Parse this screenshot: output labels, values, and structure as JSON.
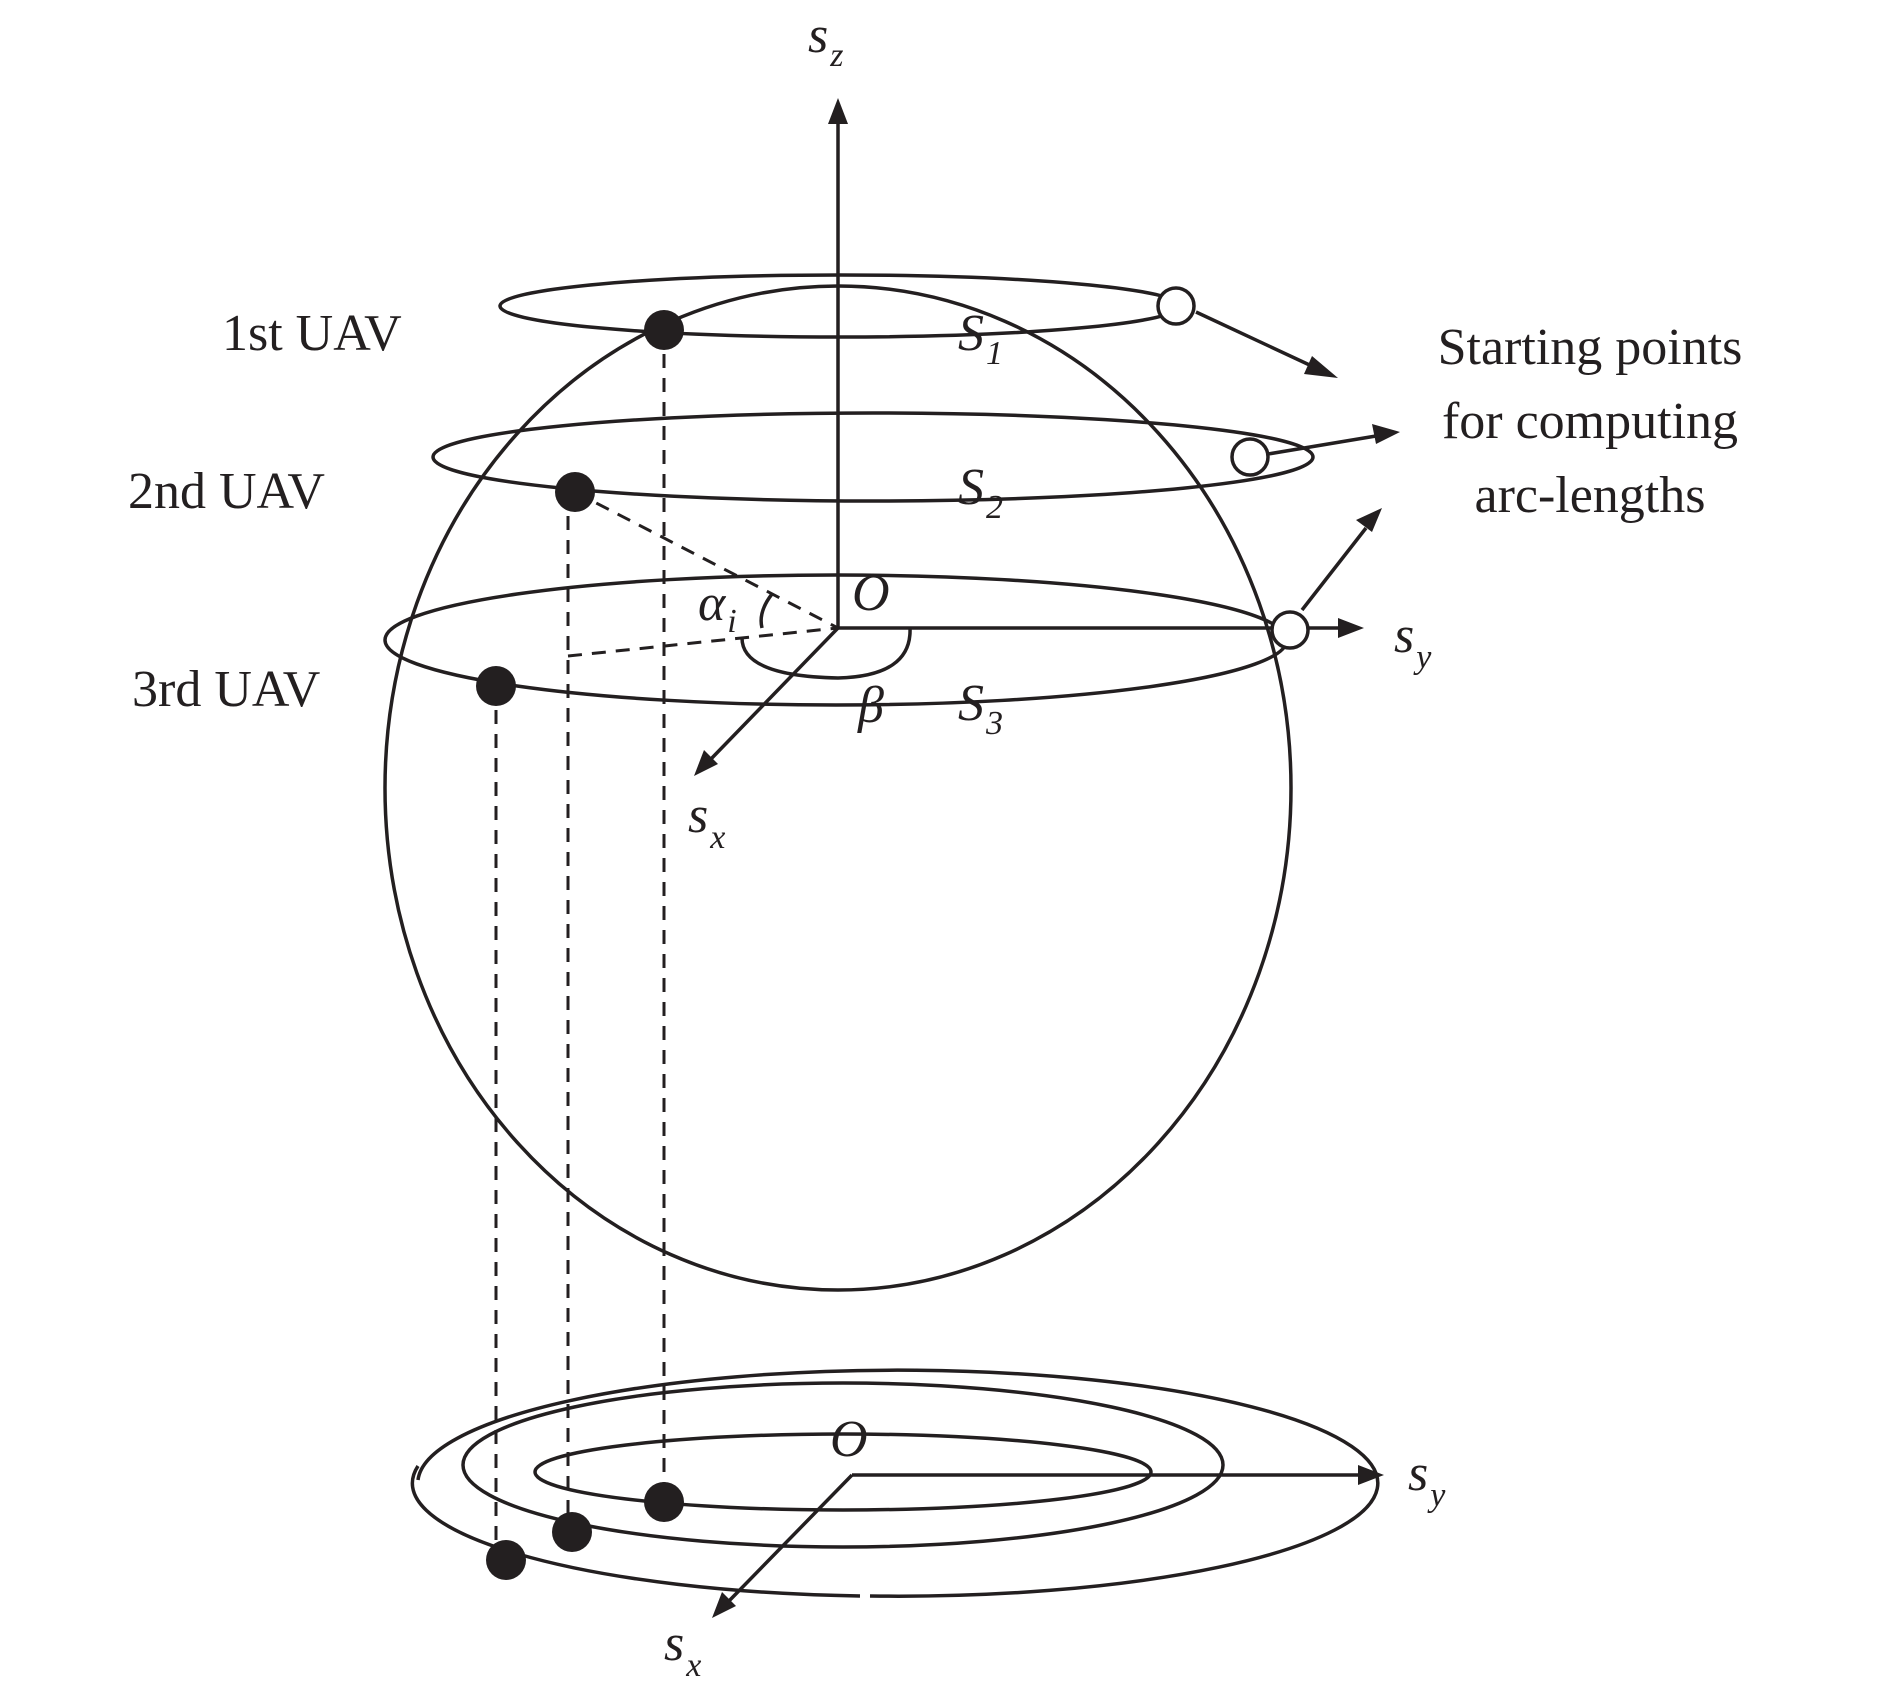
{
  "uav_labels": {
    "first": "1st UAV",
    "second": "2nd UAV",
    "third": "3rd UAV"
  },
  "annotation": {
    "line1": "Starting points",
    "line2": "for computing",
    "line3": "arc-lengths"
  },
  "axes": {
    "z": {
      "base": "s",
      "sub": "z"
    },
    "y": {
      "base": "s",
      "sub": "y"
    },
    "x": {
      "base": "s",
      "sub": "x"
    },
    "origin": "O"
  },
  "circles": {
    "s1": {
      "base": "S",
      "sub": "1"
    },
    "s2": {
      "base": "S",
      "sub": "2"
    },
    "s3": {
      "base": "S",
      "sub": "3"
    }
  },
  "angles": {
    "alpha": {
      "base": "α",
      "sub": "i"
    },
    "beta": "β"
  }
}
